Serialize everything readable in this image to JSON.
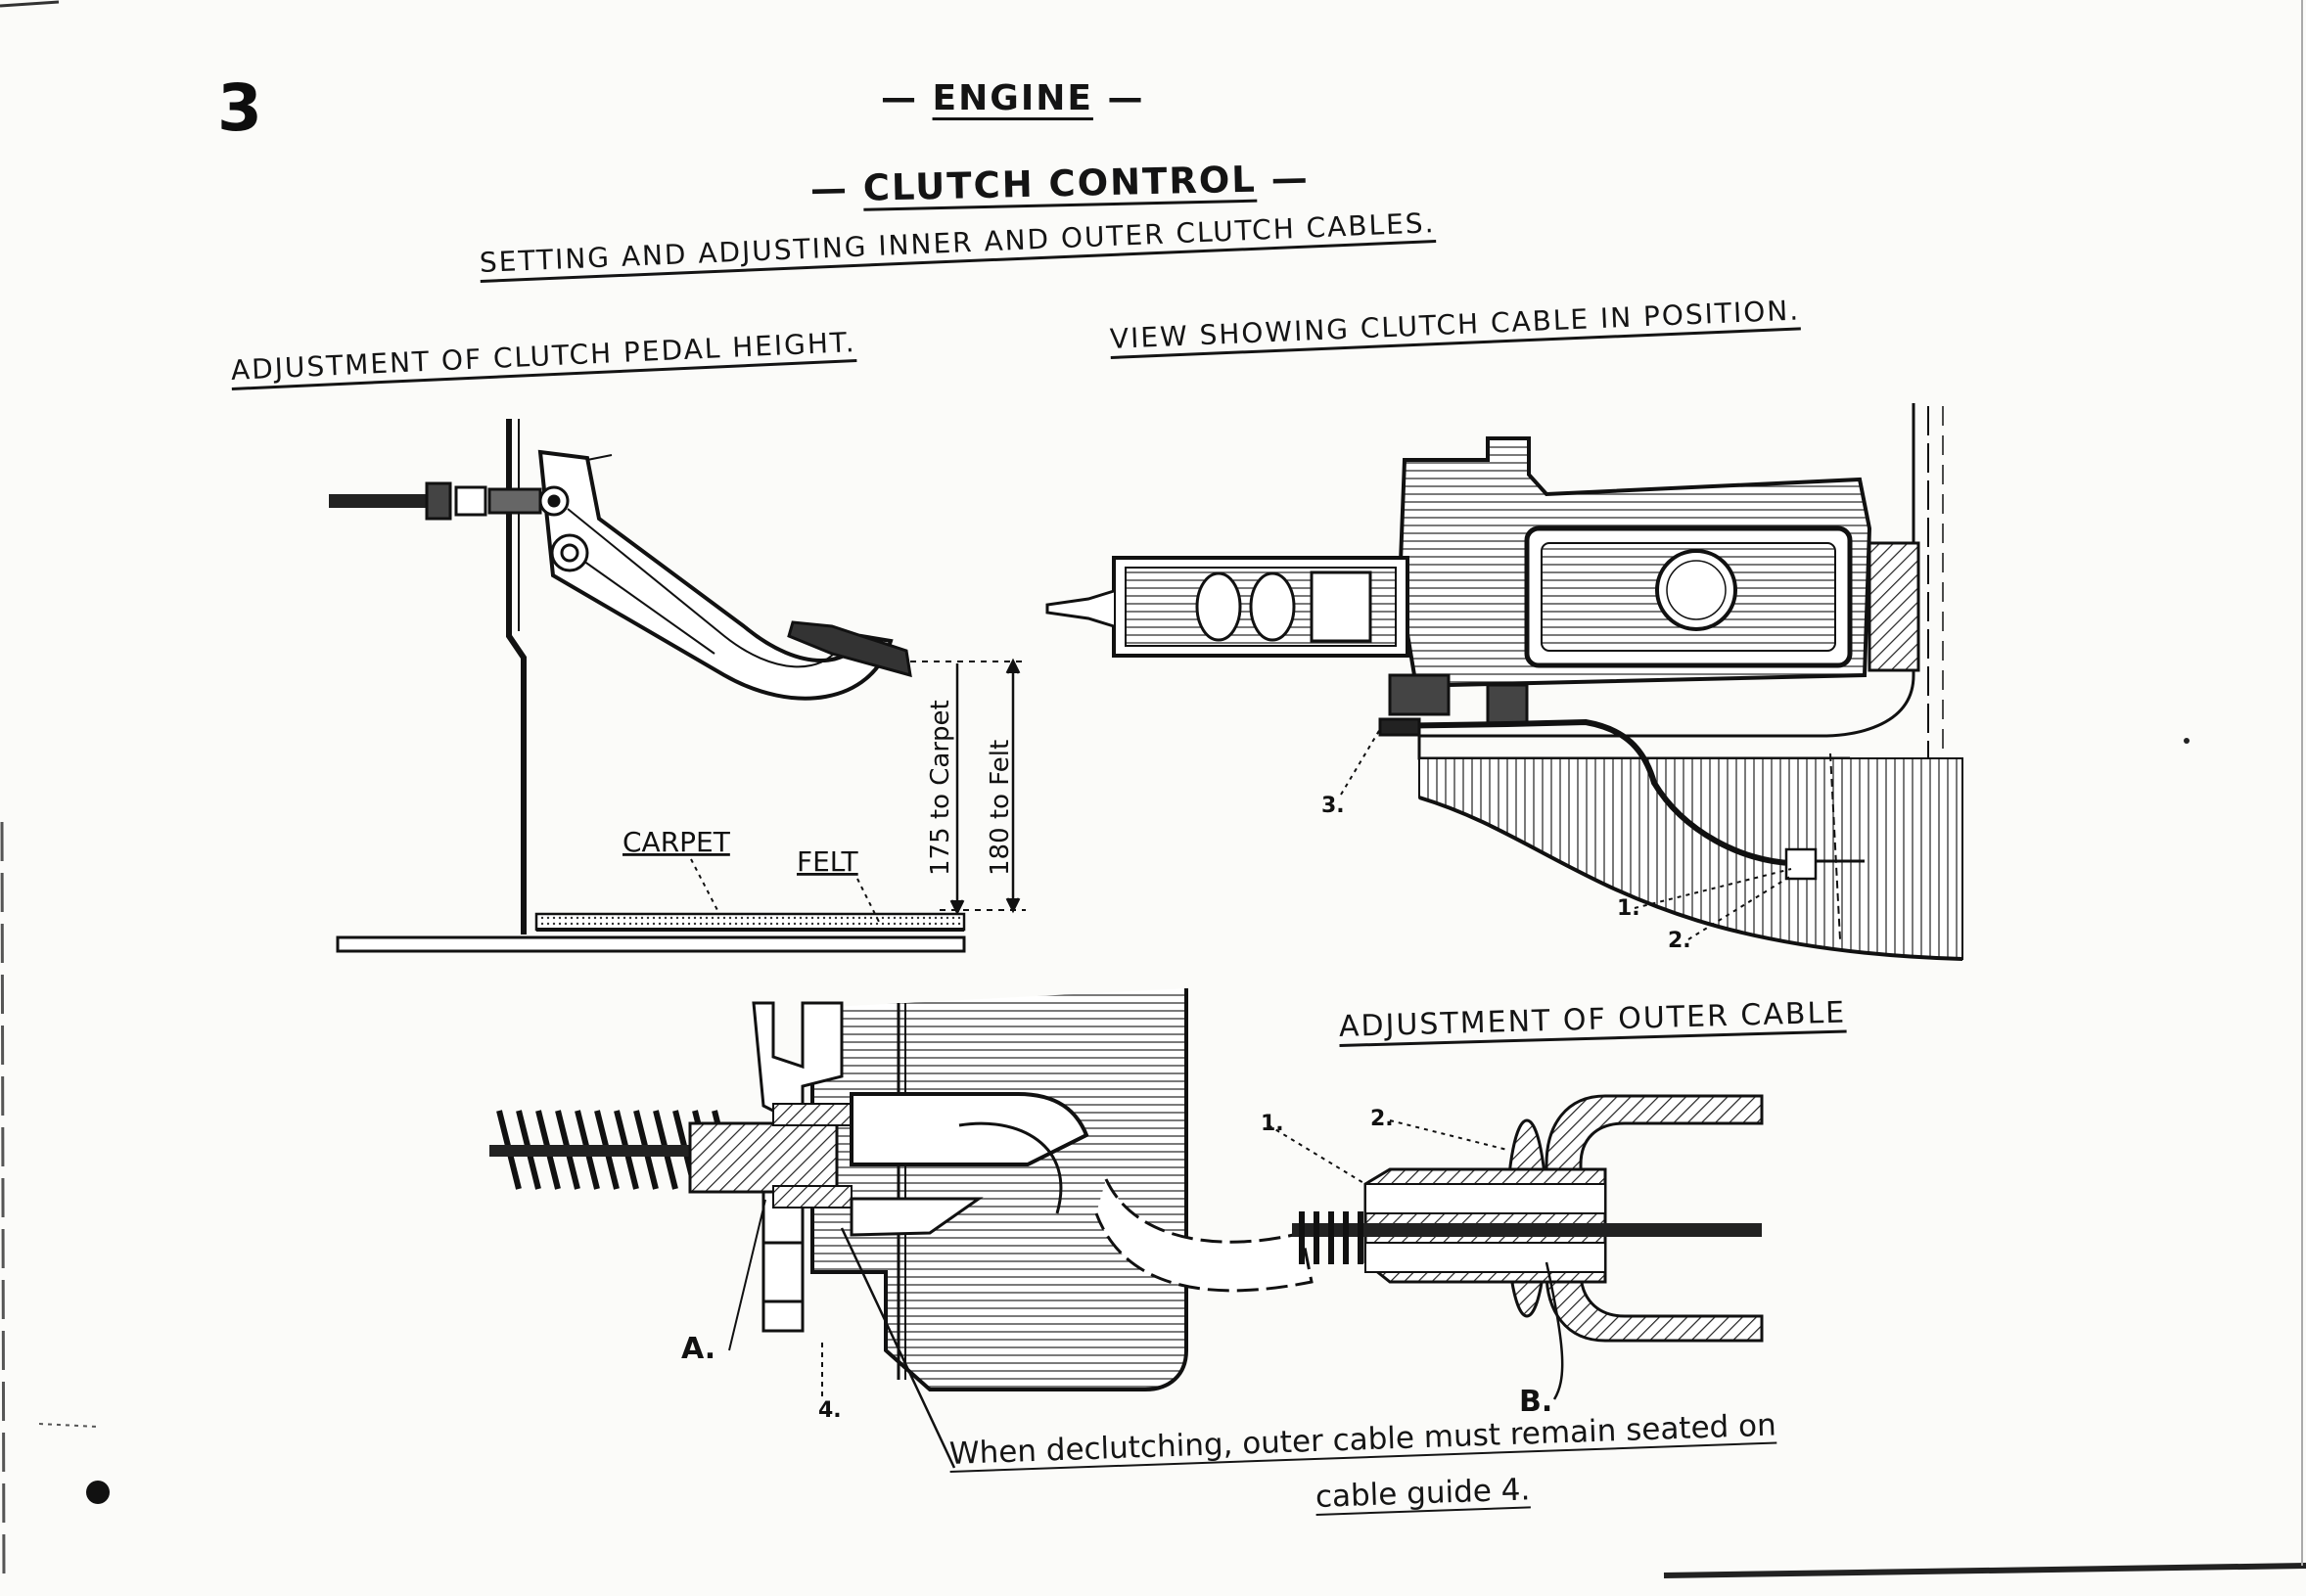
{
  "page": {
    "number": "3",
    "section": "ENGINE",
    "title": "CLUTCH CONTROL",
    "subtitle": "SETTING AND ADJUSTING INNER AND OUTER CLUTCH CABLES."
  },
  "figures": {
    "pedal": {
      "heading": "ADJUSTMENT OF CLUTCH PEDAL HEIGHT.",
      "carpet_label": "CARPET",
      "felt_label": "FELT",
      "dim_carpet": "175 to Carpet",
      "dim_felt": "180 to Felt"
    },
    "cable_position": {
      "heading": "VIEW SHOWING CLUTCH CABLE IN POSITION.",
      "callouts": [
        "1.",
        "2.",
        "3."
      ]
    },
    "outer_cable": {
      "heading": "ADJUSTMENT OF OUTER CABLE",
      "callouts": [
        "1.",
        "2."
      ],
      "label_a": "A.",
      "label_b": "B.",
      "label_4": "4."
    }
  },
  "note": {
    "line1": "When declutching, outer cable must remain seated on",
    "line2": "cable guide 4."
  }
}
